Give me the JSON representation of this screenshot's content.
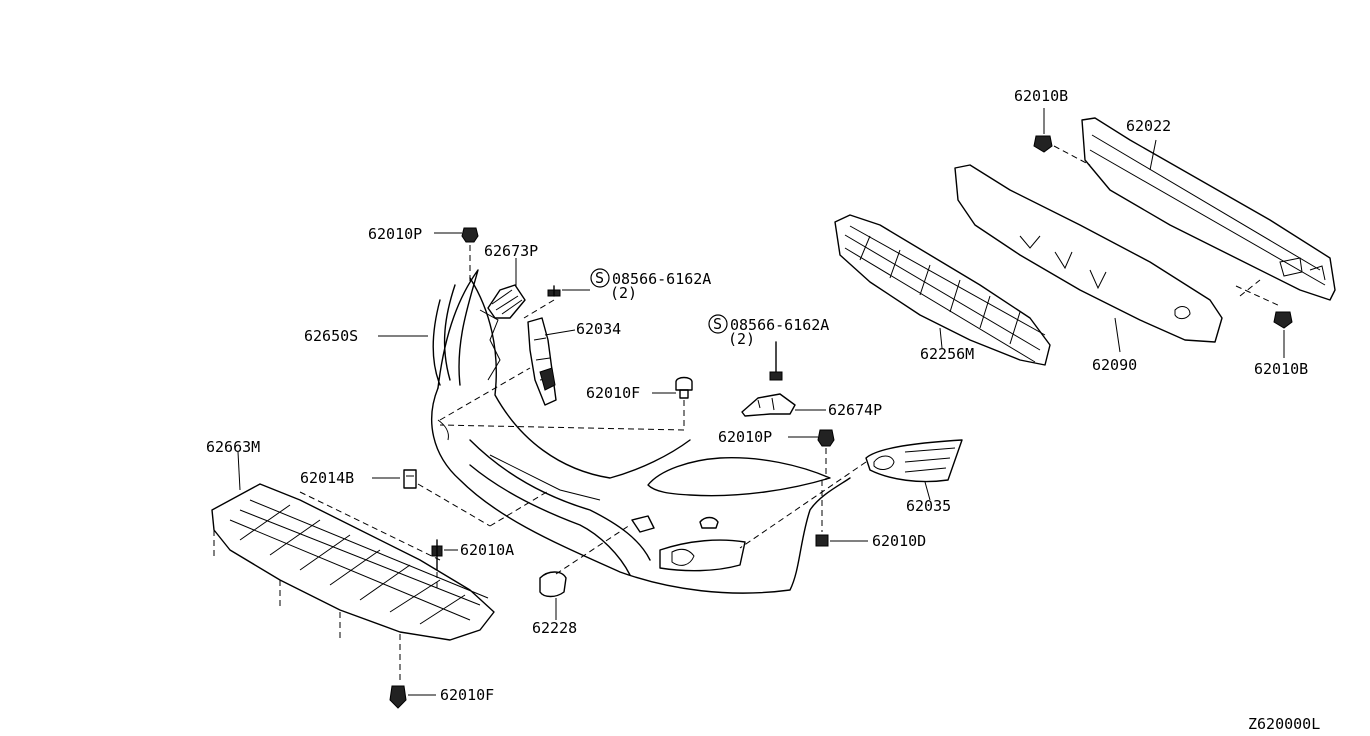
{
  "diagram_id": "Z620000L",
  "parts": {
    "p62010B_top": "62010B",
    "p62022": "62022",
    "p62010P_top": "62010P",
    "p62673P": "62673P",
    "screw1_code": "08566-6162A",
    "screw1_qty": "(2)",
    "p62650S": "62650S",
    "p62034": "62034",
    "screw2_code": "08566-6162A",
    "screw2_qty": "(2)",
    "p62256M": "62256M",
    "p62090": "62090",
    "p62010B_right": "62010B",
    "p62010F_mid": "62010F",
    "p62674P": "62674P",
    "p62010P_mid": "62010P",
    "p62663M": "62663M",
    "p62014B": "62014B",
    "p62035": "62035",
    "p62010A": "62010A",
    "p62010D": "62010D",
    "p62228": "62228",
    "p62010F_bottom": "62010F",
    "service_symbol": "S"
  }
}
